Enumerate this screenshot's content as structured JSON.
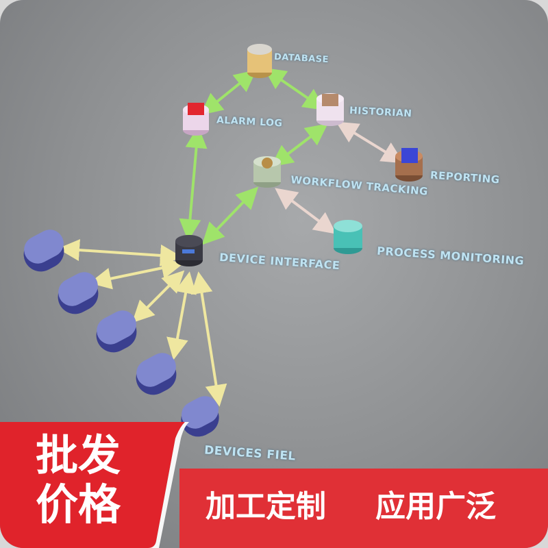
{
  "diagram": {
    "nodes": {
      "database": "DATABASE",
      "alarm_log": "ALARM LOG",
      "historian": "HISTORIAN",
      "workflow_tracking": "WORKFLOW TRACKING",
      "reporting": "REPORTING",
      "process_monitoring": "PROCESS MONITORING",
      "device_interface": "DEVICE INTERFACE",
      "devices_field": "DEVICES FIEL"
    }
  },
  "banner": {
    "left_line1": "批发",
    "left_line2": "价格",
    "right_text1": "加工定制",
    "right_text2": "应用广泛"
  },
  "colors": {
    "background": "#8e9092",
    "label_blue": "#bfe3f2",
    "arrow_green": "#9fe36a",
    "arrow_yellow": "#efe7a0",
    "banner_red": "#e03036"
  }
}
